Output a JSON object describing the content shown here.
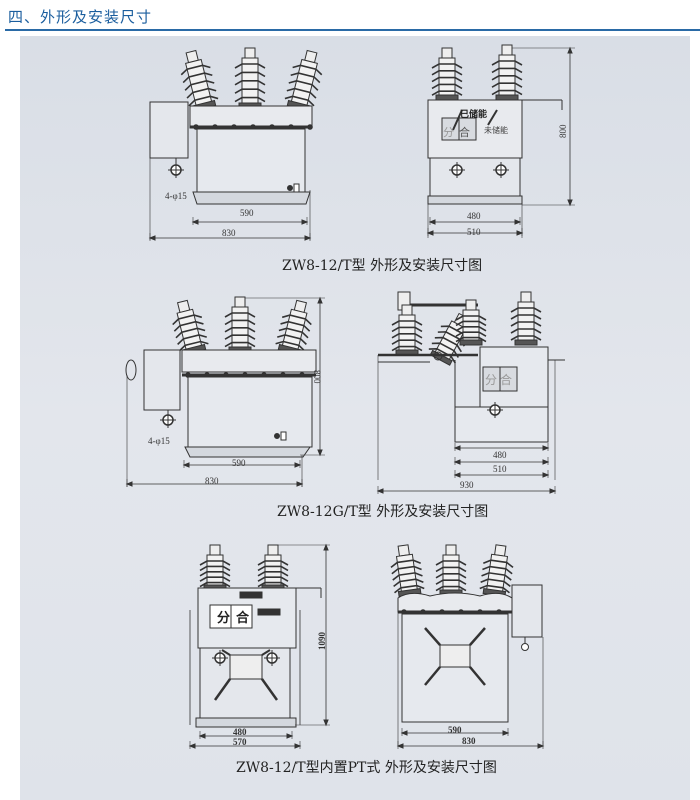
{
  "section_title": "四、外形及安装尺寸",
  "figures": [
    {
      "caption": "ZW8-12/T型 外形及安装尺寸图",
      "front": {
        "hole_note": "4-φ15",
        "dim_inner": "590",
        "dim_outer": "830"
      },
      "side": {
        "charged": "已储能",
        "uncharged": "未储能",
        "open": "分",
        "close": "合",
        "dim_inner": "480",
        "dim_outer": "510",
        "dim_height": "800"
      }
    },
    {
      "caption": "ZW8-12G/T型 外形及安装尺寸图",
      "front": {
        "hole_note": "4-φ15",
        "dim_inner": "590",
        "dim_outer": "830",
        "dim_height": "800"
      },
      "side": {
        "open": "分",
        "close": "合",
        "dim_inner": "480",
        "dim_mid": "510",
        "dim_outer": "930"
      }
    },
    {
      "caption": "ZW8-12/T型内置PT式 外形及安装尺寸图",
      "front": {
        "open": "分",
        "close": "合",
        "dim_inner": "480",
        "dim_outer": "570",
        "dim_height": "1090"
      },
      "side": {
        "dim_inner": "590",
        "dim_outer": "830"
      }
    }
  ]
}
